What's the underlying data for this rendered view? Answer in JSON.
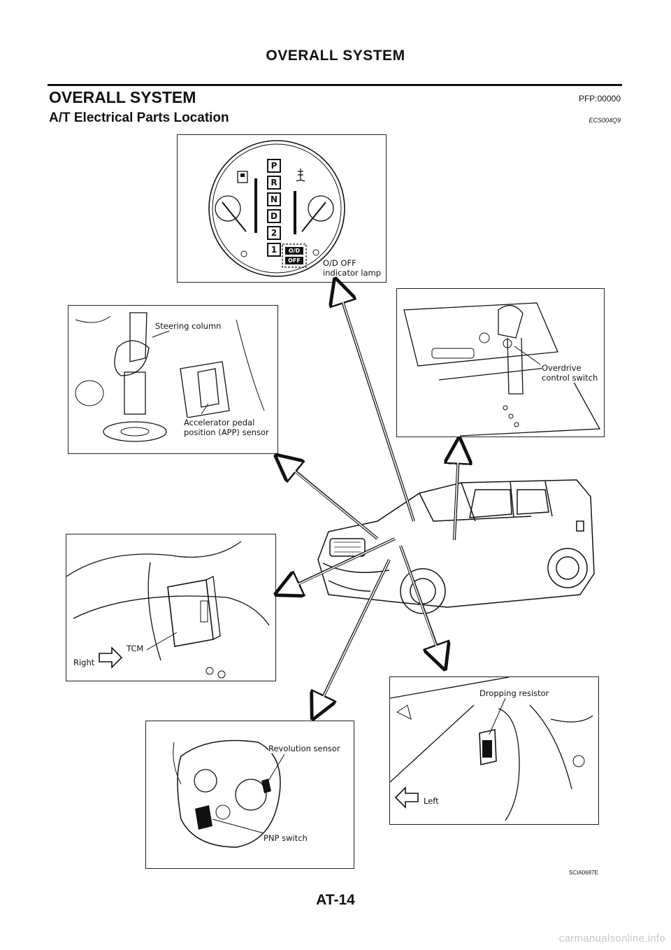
{
  "header": {
    "title": "OVERALL SYSTEM"
  },
  "section": {
    "title": "OVERALL SYSTEM",
    "code": "PFP:00000"
  },
  "subsection": {
    "title": "A/T Electrical Parts Location",
    "code": "ECS004Q9"
  },
  "callouts": {
    "od_off_lamp": "O/D OFF\nindicator lamp",
    "steering_column": "Steering column",
    "app_sensor": "Accelerator pedal\nposition (APP) sensor",
    "overdrive_switch": "Overdrive\ncontrol switch",
    "tcm": "TCM",
    "right": "Right",
    "dropping_resistor": "Dropping resistor",
    "left": "Left",
    "revolution_sensor": "Revolution sensor",
    "pnp_switch": "PNP switch"
  },
  "gauge": {
    "gears": [
      "P",
      "R",
      "N",
      "D",
      "2",
      "1"
    ],
    "od_label": "O/D",
    "off_label": "OFF"
  },
  "figure_code": "SCIA0687E",
  "footer": {
    "page_number": "AT-14",
    "watermark": "carmanualsonline.info"
  }
}
